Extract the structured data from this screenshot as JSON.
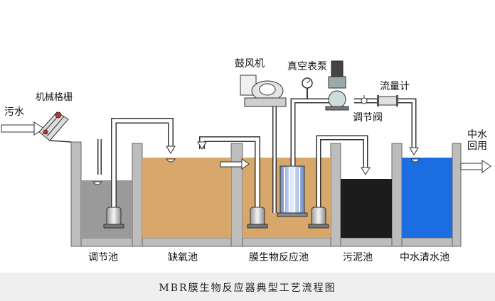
{
  "labels": {
    "sewage_in": "污水",
    "mechanical_grille": "机械格栅",
    "blower": "鼓风机",
    "vacuum_pump": "真空表泵",
    "flow_meter": "流量计",
    "control_valve": "调节阀",
    "reuse_water": "中水回用"
  },
  "tanks": [
    {
      "label": "调节池",
      "color": "#9a9a9a"
    },
    {
      "label": "缺氧池",
      "color": "#d7a76c"
    },
    {
      "label": "膜生物反应池",
      "color": "#d7a76c"
    },
    {
      "label": "污泥池",
      "color": "#1c1c1c"
    },
    {
      "label": "中水清水池",
      "color": "#1c6ee0"
    }
  ],
  "caption": "MBR膜生物反应器典型工艺流程图"
}
